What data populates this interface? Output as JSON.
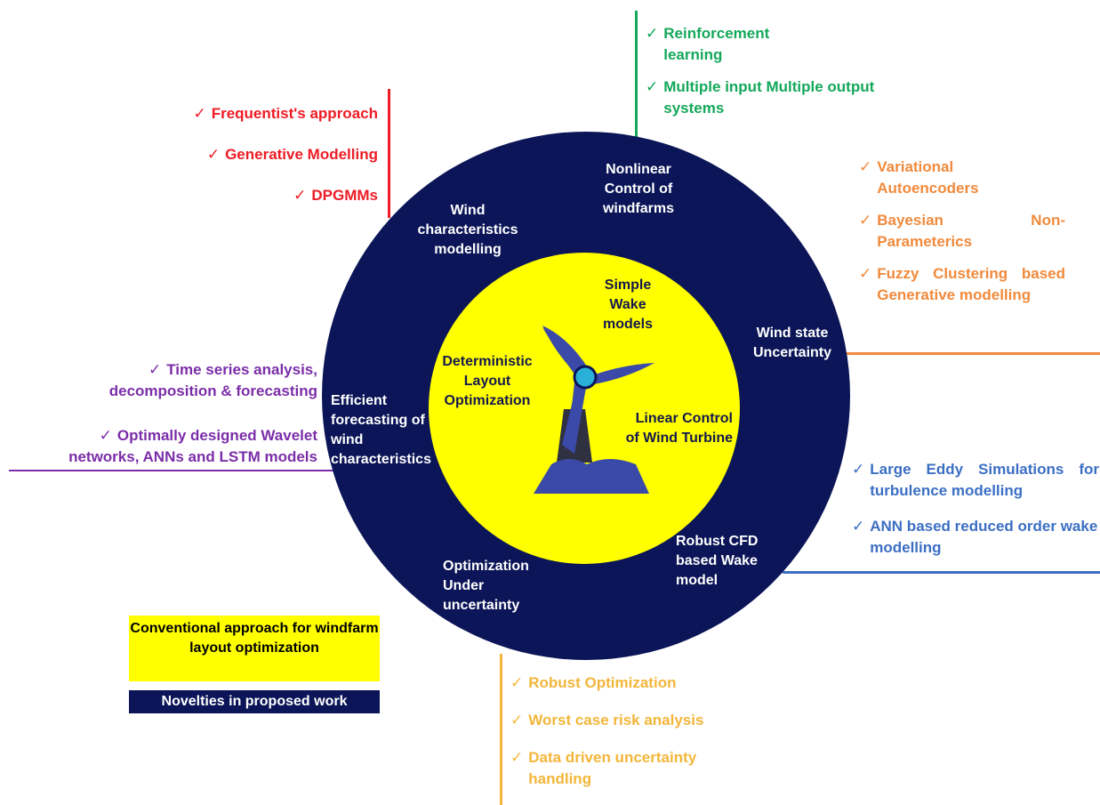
{
  "colors": {
    "navy": "#0b1557",
    "yellow": "#ffff00",
    "red": "#ee1c25",
    "green": "#14a85a",
    "orange": "#f08a3c",
    "purple": "#7b2ea8",
    "blue": "#3c6fc4",
    "gold": "#f3b63a",
    "turbine_blade": "#3b4aa8",
    "turbine_hub": "#2ab0d8",
    "turbine_tower": "#2f3040",
    "ground": "#3b4aa8"
  },
  "icons": {
    "check": "✓",
    "turbine": "wind-turbine-icon"
  },
  "outer_ring": {
    "wind_char": "Wind characteristics modelling",
    "nonlinear": "Nonlinear Control of windfarms",
    "wind_state": "Wind state Uncertainty",
    "forecasting": "Efficient forecasting of wind characteristics",
    "robust_cfd": "Robust CFD based Wake model",
    "opt_uncertainty": "Optimization Under uncertainty"
  },
  "inner_core": {
    "simple_wake": "Simple Wake models",
    "deterministic": "Deterministic Layout Optimization",
    "linear_control": "Linear Control of Wind Turbine"
  },
  "groups": {
    "red": [
      "Frequentist's approach",
      "Generative Modelling",
      "DPGMMs"
    ],
    "green": [
      "Reinforcement learning",
      "Multiple input Multiple output systems"
    ],
    "orange": [
      "Variational Autoencoders",
      "Bayesian Non-Parameterics",
      "Fuzzy Clustering based Generative modelling"
    ],
    "purple": [
      "Time series analysis, decomposition & forecasting",
      "Optimally designed Wavelet networks, ANNs and LSTM models"
    ],
    "blue": [
      "Large Eddy Simulations for turbulence modelling",
      "ANN based reduced order wake modelling"
    ],
    "gold": [
      "Robust Optimization",
      "Worst case risk analysis",
      "Data driven uncertainty handling"
    ]
  },
  "legend": {
    "conventional": "Conventional approach for windfarm layout optimization",
    "novelties": "Novelties in proposed work"
  }
}
